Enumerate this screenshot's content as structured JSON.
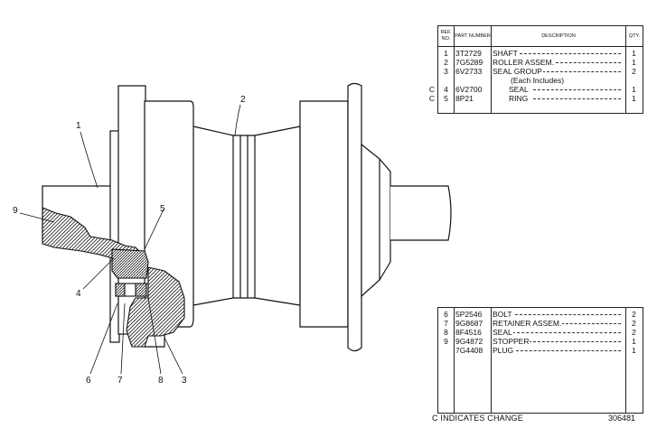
{
  "table_top": {
    "headers": {
      "ref": "REF. NO.",
      "part": "PART NUMBER",
      "desc": "DESCRIPTION",
      "qty": "QTY."
    },
    "rows": [
      {
        "flag": "",
        "ref": "1",
        "part": "3T2729",
        "desc": "SHAFT",
        "qty": "1"
      },
      {
        "flag": "",
        "ref": "2",
        "part": "7G5289",
        "desc": "ROLLER ASSEM.",
        "qty": "1"
      },
      {
        "flag": "",
        "ref": "3",
        "part": "6V2733",
        "desc": "SEAL GROUP",
        "qty": "2"
      },
      {
        "flag": "",
        "ref": "",
        "part": "",
        "desc": "(Each Includes)",
        "qty": ""
      },
      {
        "flag": "C",
        "ref": "4",
        "part": "6V2700",
        "desc": "SEAL",
        "qty": "1"
      },
      {
        "flag": "C",
        "ref": "5",
        "part": "8P21",
        "desc": "RING",
        "qty": "1"
      }
    ]
  },
  "table_bottom": {
    "rows": [
      {
        "ref": "6",
        "part": "5P2546",
        "desc": "BOLT",
        "qty": "2"
      },
      {
        "ref": "7",
        "part": "9G8687",
        "desc": "RETAINER ASSEM.",
        "qty": "2"
      },
      {
        "ref": "8",
        "part": "8F4516",
        "desc": "SEAL",
        "qty": "2"
      },
      {
        "ref": "9",
        "part": "9G4872",
        "desc": "STOPPER",
        "qty": "1"
      },
      {
        "ref": "",
        "part": "7G4408",
        "desc": "PLUG",
        "qty": "1"
      }
    ]
  },
  "callouts": [
    "1",
    "2",
    "3",
    "4",
    "5",
    "6",
    "7",
    "8",
    "9"
  ],
  "footer": {
    "note": "C INDICATES CHANGE",
    "doc_id": "306481"
  },
  "colors": {
    "ink": "#111111",
    "paper": "#ffffff"
  }
}
